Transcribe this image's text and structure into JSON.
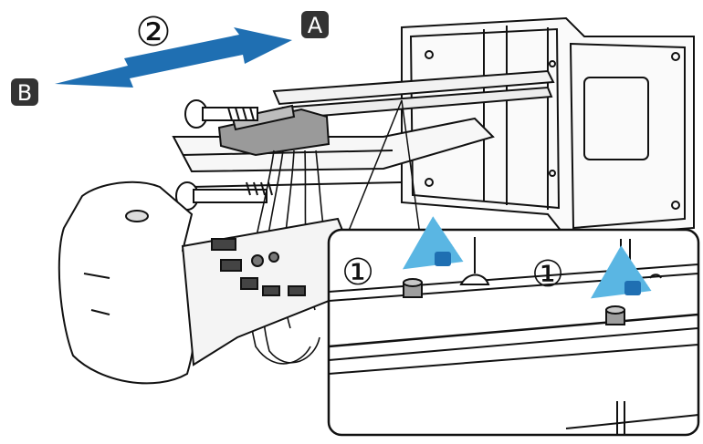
{
  "step_marker_move": "②",
  "step_marker_loosen": "①",
  "label_direction_a": "A",
  "label_direction_b": "B",
  "colors": {
    "arrow_blue": "#1f6fb2",
    "rotation_arrow_light": "#5ab6e3",
    "line_art": "#111111",
    "label_box": "#333333"
  },
  "icons": [
    "projector",
    "wall-mount-plate",
    "slide-bar",
    "adjustment-knob",
    "rotation-arrow",
    "direction-arrow"
  ]
}
